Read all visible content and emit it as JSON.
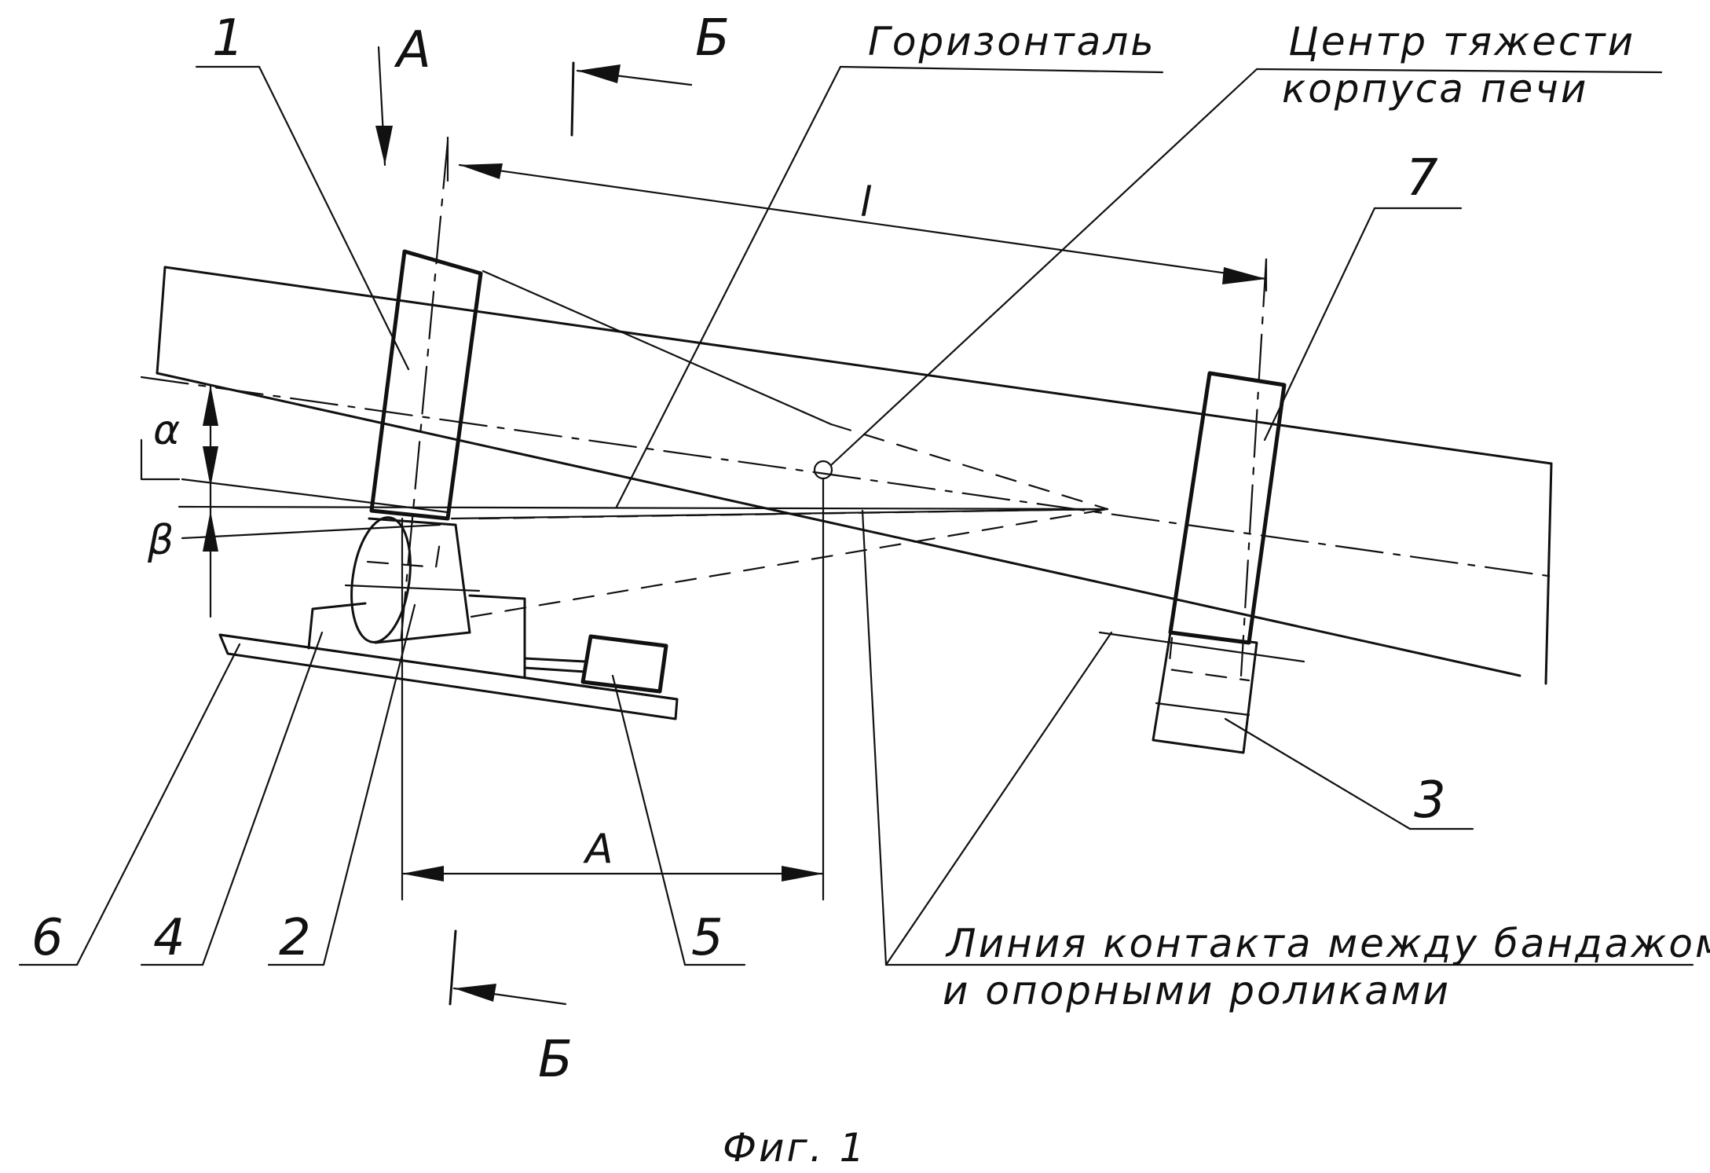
{
  "labels": {
    "horizontal": "Горизонталь",
    "center_line1": "Центр тяжести",
    "center_line2": "корпуса печи",
    "contact_line1": "Линия контакта между бандажом",
    "contact_line2": "и опорными роликами",
    "caption": "Фиг. 1"
  },
  "parts": {
    "p1": "1",
    "p2": "2",
    "p3": "3",
    "p4": "4",
    "p5": "5",
    "p6": "6",
    "p7": "7"
  },
  "symbols": {
    "alpha": "α",
    "beta": "β",
    "dim_l": "l",
    "dim_A": "A",
    "view_A": "A",
    "section_B_top": "Б",
    "section_B_bottom": "Б"
  }
}
